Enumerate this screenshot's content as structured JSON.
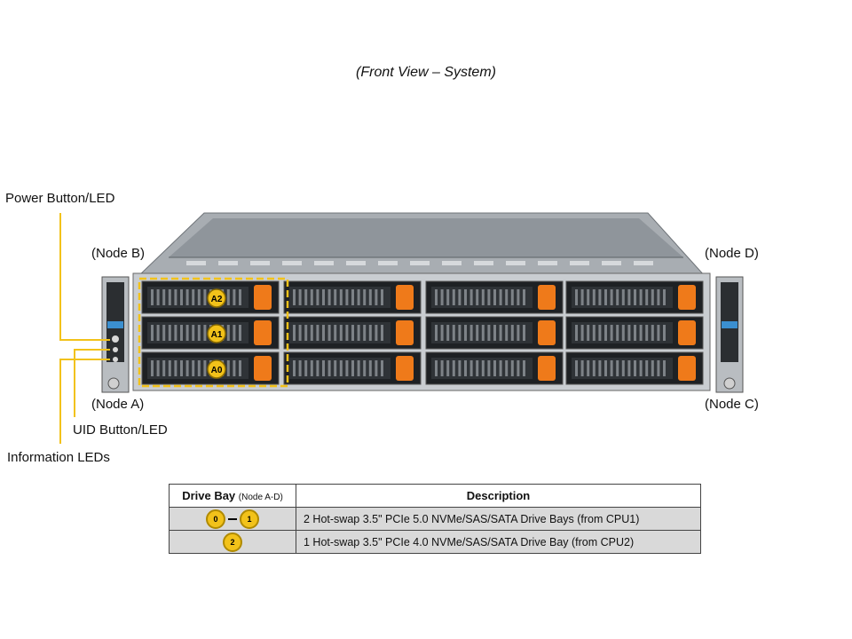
{
  "caption": "(Front View – System)",
  "callouts": {
    "power": "Power Button/LED",
    "uid": "UID Button/LED",
    "info": "Information LEDs"
  },
  "nodes": {
    "a": "(Node A)",
    "b": "(Node B)",
    "c": "(Node C)",
    "d": "(Node D)"
  },
  "bay_badges": [
    "A2",
    "A1",
    "A0"
  ],
  "colors": {
    "accent": "#f2c21a",
    "drive_latch": "#ef7a1a",
    "chassis": "#9aa0a6"
  },
  "table": {
    "header_bay": "Drive Bay",
    "header_bay_note": "(Node A-D)",
    "header_desc": "Description",
    "rows": [
      {
        "badges": [
          "0",
          "1"
        ],
        "desc": "2 Hot-swap 3.5\" PCIe 5.0 NVMe/SAS/SATA Drive Bays (from CPU1)"
      },
      {
        "badges": [
          "2"
        ],
        "desc": "1 Hot-swap 3.5\" PCIe 4.0 NVMe/SAS/SATA Drive Bay (from CPU2)"
      }
    ]
  }
}
